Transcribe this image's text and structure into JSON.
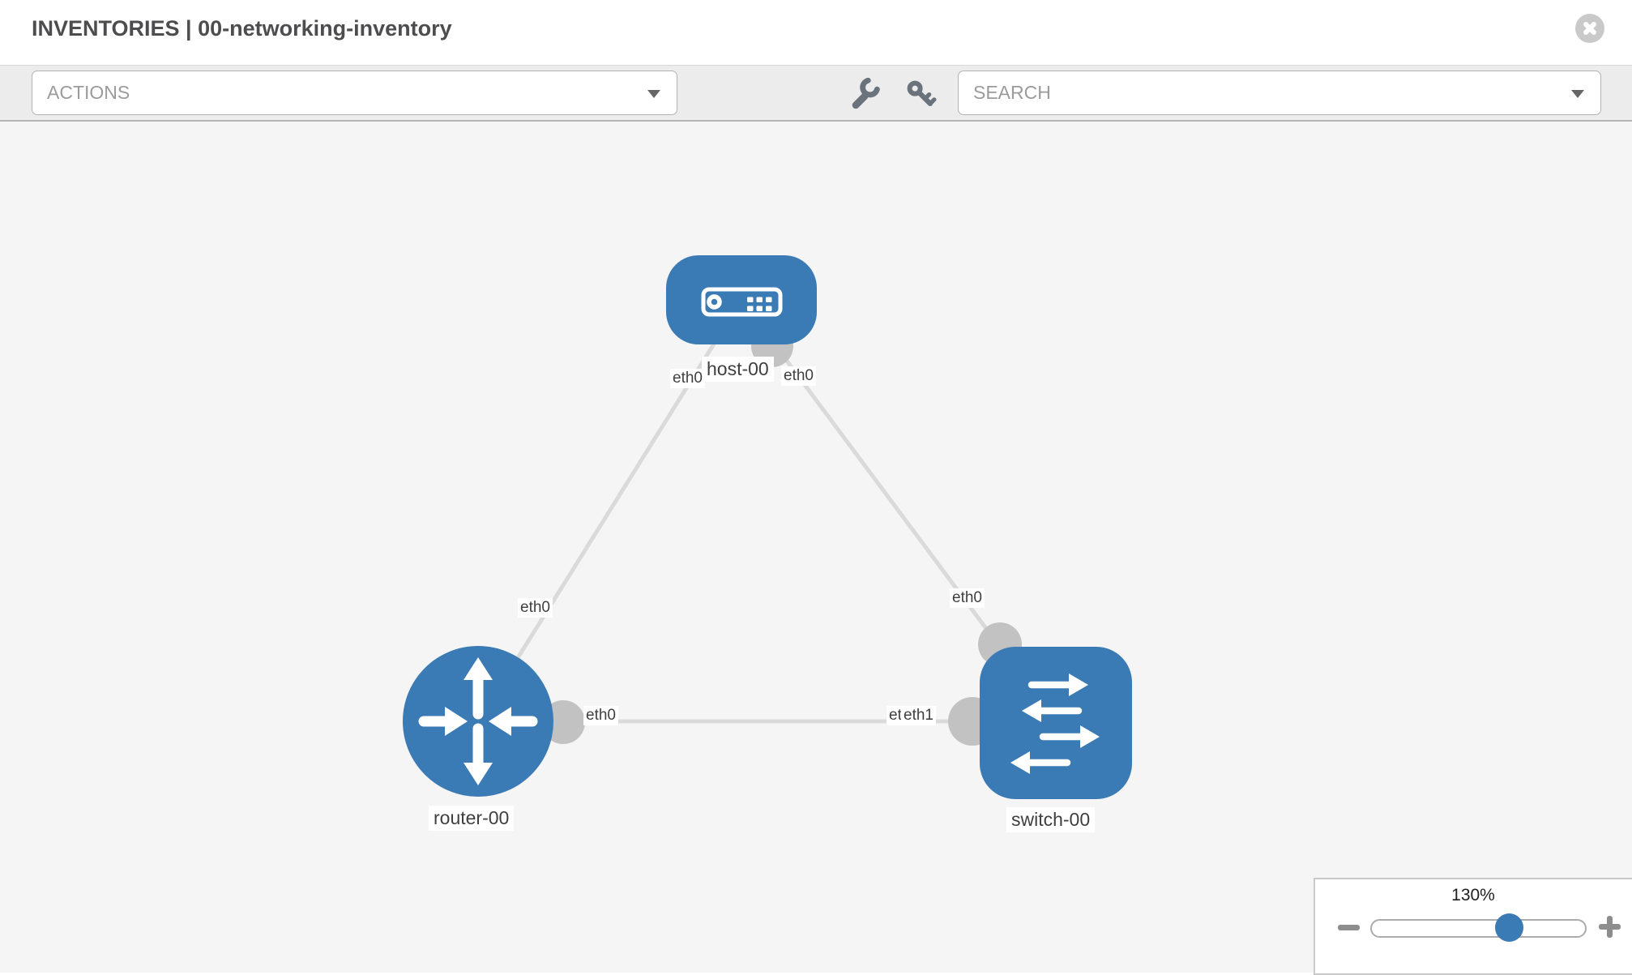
{
  "header": {
    "title": "INVENTORIES | 00-networking-inventory",
    "close_icon": "close-icon"
  },
  "toolbar": {
    "actions_label": "ACTIONS",
    "search_placeholder": "SEARCH",
    "wrench_icon": "wrench-icon",
    "key_icon": "key-icon"
  },
  "topology": {
    "nodes": [
      {
        "label": "host-00",
        "type": "host",
        "icon": "host-device-icon"
      },
      {
        "label": "router-00",
        "type": "router",
        "icon": "router-arrows-icon"
      },
      {
        "label": "switch-00",
        "type": "switch",
        "icon": "switch-arrows-icon"
      }
    ],
    "links": [
      {
        "from": "host-00",
        "from_interface": "eth0",
        "to": "router-00",
        "to_interface": "eth0"
      },
      {
        "from": "host-00",
        "from_interface": "eth0",
        "to": "switch-00",
        "to_interface": "eth0"
      },
      {
        "from": "router-00",
        "from_interface": "eth0",
        "to": "switch-00",
        "to_interface": "eth1"
      }
    ]
  },
  "edge_labels": {
    "host_router_host_end": "eth0",
    "host_router_router_end": "eth0",
    "host_switch_host_end": "eth0",
    "host_switch_switch_end": "eth0",
    "router_switch_router_end": "eth0",
    "router_switch_under": "eth0",
    "router_switch_switch_end": "eth1"
  },
  "zoom_control": {
    "value": "130%"
  },
  "colors": {
    "node_blue": "#3a7ab5",
    "edge_gray": "#dadada",
    "interface_gray": "#c2c2c2"
  }
}
